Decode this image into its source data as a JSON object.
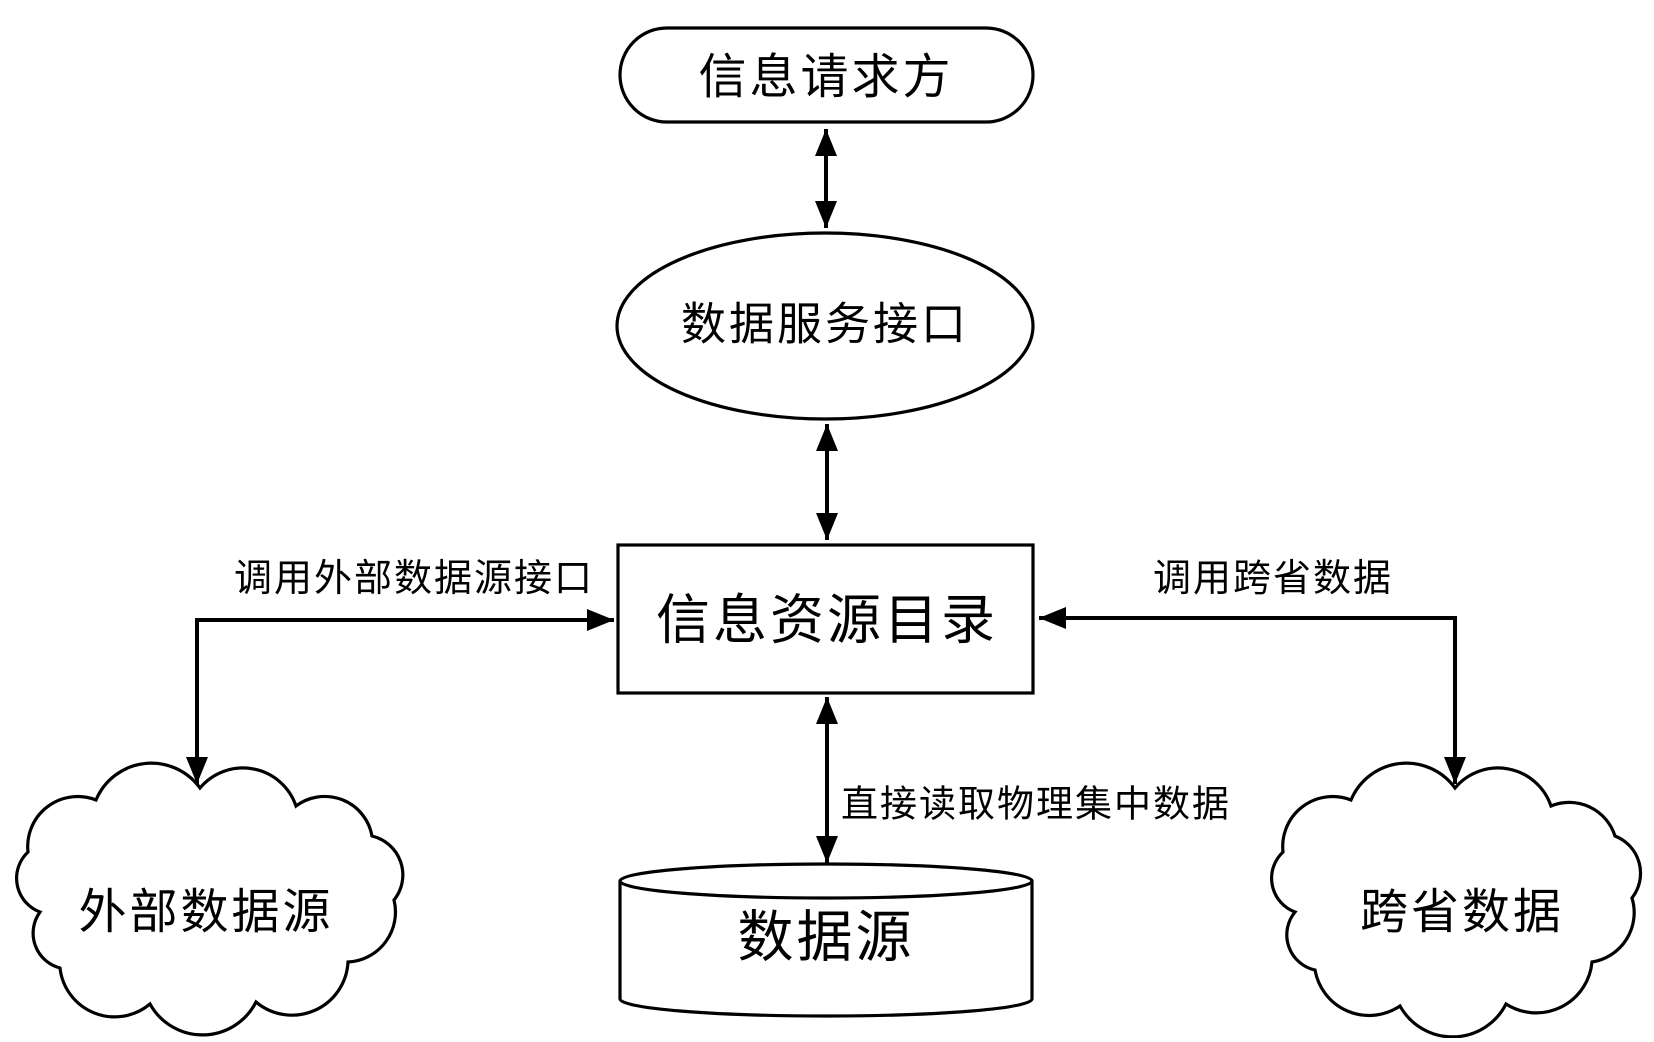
{
  "diagram": {
    "background_color": "#ffffff",
    "line_color": "#000000",
    "nodes": {
      "requester": {
        "shape": "stadium",
        "label": "信息请求方"
      },
      "service_interface": {
        "shape": "ellipse",
        "label": "数据服务接口"
      },
      "resource_catalog": {
        "shape": "rectangle",
        "label": "信息资源目录"
      },
      "data_source": {
        "shape": "cylinder",
        "label": "数据源"
      },
      "external_source": {
        "shape": "cloud",
        "label": "外部数据源"
      },
      "cross_province": {
        "shape": "cloud",
        "label": "跨省数据"
      }
    },
    "edges": {
      "requester_interface": {
        "style": "double-arrow",
        "label": ""
      },
      "interface_catalog": {
        "style": "double-arrow",
        "label": ""
      },
      "catalog_datasource": {
        "style": "double-arrow",
        "label": "直接读取物理集中数据"
      },
      "catalog_external": {
        "style": "elbow-arrow",
        "label": "调用外部数据源接口"
      },
      "catalog_crossprovince": {
        "style": "elbow-arrow",
        "label": "调用跨省数据"
      }
    }
  }
}
